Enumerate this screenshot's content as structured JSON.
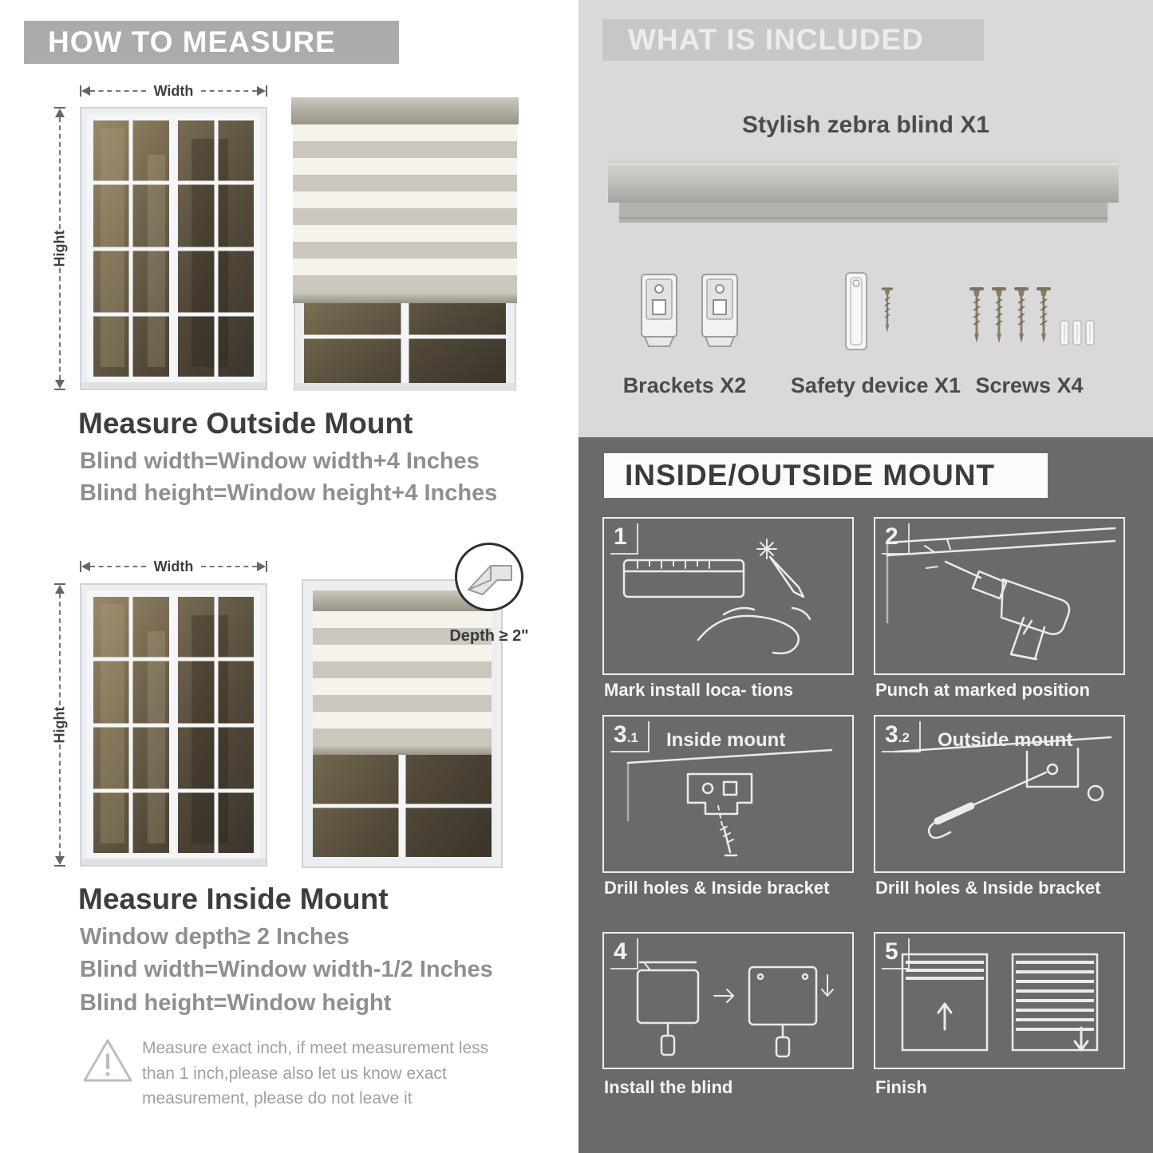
{
  "how_to_measure": {
    "header": "HOW TO MEASURE",
    "outside": {
      "title": "Measure Outside Mount",
      "line1": "Blind width=Window width+4 Inches",
      "line2": "Blind height=Window height+4 Inches",
      "width_label": "Width",
      "height_label": "Hight"
    },
    "inside": {
      "title": "Measure Inside Mount",
      "depth_callout": "Depth ≥ 2\"",
      "line1": "Window depth≥ 2 Inches",
      "line2": "Blind width=Window width-1/2 Inches",
      "line3": "Blind height=Window height",
      "width_label": "Width",
      "height_label": "Hight"
    },
    "warning": "Measure exact inch, if meet measurement less than 1 inch,please also let us know exact measurement, please do not leave it"
  },
  "included": {
    "header": "WHAT IS INCLUDED",
    "product_label": "Stylish zebra blind X1",
    "items": [
      {
        "label": "Brackets X2"
      },
      {
        "label": "Safety device X1"
      },
      {
        "label": "Screws X4"
      }
    ]
  },
  "mount_guide": {
    "header": "INSIDE/OUTSIDE MOUNT",
    "steps": [
      {
        "num": "1",
        "sub": "",
        "title": "",
        "caption": "Mark install loca- tions"
      },
      {
        "num": "2",
        "sub": "",
        "title": "",
        "caption": "Punch at  marked position"
      },
      {
        "num": "3",
        "sub": ".1",
        "title": "Inside mount",
        "caption": "Drill holes &  Inside bracket"
      },
      {
        "num": "3",
        "sub": ".2",
        "title": "Outside mount",
        "caption": "Drill holes &  Inside bracket"
      },
      {
        "num": "4",
        "sub": "",
        "title": "",
        "caption": "Install the blind"
      },
      {
        "num": "5",
        "sub": "",
        "title": "",
        "caption": "Finish"
      }
    ]
  },
  "colors": {
    "left_header_bg": "#ababab",
    "included_bg": "#d9d9d9",
    "included_header_bg": "#c7c7c7",
    "mount_bg": "#6a6a6a",
    "heading_text": "#3d3d3d",
    "body_text": "#8f8f8f"
  }
}
